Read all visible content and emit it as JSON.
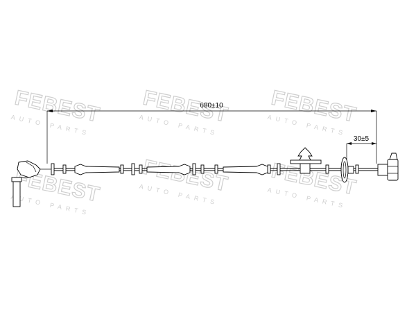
{
  "drawing": {
    "total_length_label": "680±10",
    "end_length_label": "30±5"
  },
  "watermark": {
    "brand": "FEBEST",
    "tagline": "AUTO PARTS"
  },
  "colors": {
    "line": "#000000",
    "watermark": "#cfcfcf",
    "background": "#ffffff"
  }
}
